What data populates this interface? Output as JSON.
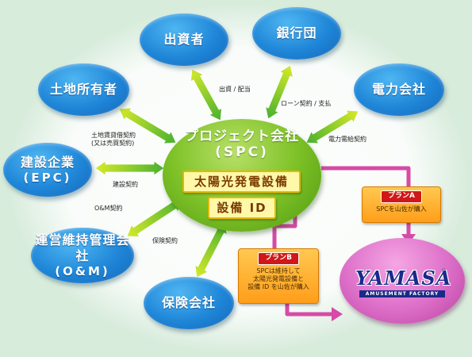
{
  "nodes": {
    "investor": "出資者",
    "bank": "銀行団",
    "landowner": "土地所有者",
    "power_company": "電力会社",
    "epc": {
      "name": "建設企業",
      "abbr": "(EPC)"
    },
    "om": {
      "name": "運営維持管理会社",
      "abbr": "(O&M)"
    },
    "insurance": "保険会社"
  },
  "spc": {
    "name": "プロジェクト会社",
    "abbr": "(SPC)",
    "solar": "太陽光発電設備",
    "equipment_id": "設備 ID"
  },
  "relations": {
    "investor": "出資 / 配当",
    "bank": "ローン契約 / 支払",
    "landowner": [
      "土地賃貸借契約",
      "(又は売買契約)"
    ],
    "power_company": "電力需給契約",
    "epc": "建設契約",
    "om": "O&M契約",
    "insurance": "保険契約"
  },
  "plan_a": {
    "tag": "プランA",
    "text": [
      "SPCを山佐が購入"
    ]
  },
  "plan_b": {
    "tag": "プランB",
    "text": [
      "SPCは維持して",
      "太陽光発電設備と",
      "設備 ID を山佐が購入"
    ]
  },
  "buyer": {
    "logo": "YAMASA",
    "reg": "®",
    "subtitle": "AMUSEMENT FACTORY"
  },
  "colors": {
    "bubble": "#1f86d8",
    "spc": "#7fc228",
    "buyer": "#dc6ec8",
    "plan": "#ffb030",
    "plan_tag": "#d01818",
    "flow_arrow": "#d64aa8"
  }
}
